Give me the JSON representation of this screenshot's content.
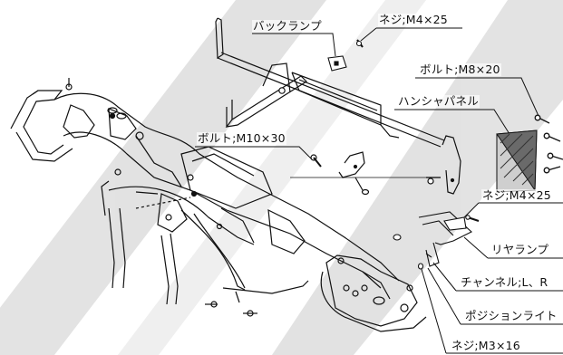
{
  "diagram": {
    "parts": {
      "back_lamp": "バックランプ",
      "screw_m4_top": "ネジ;M4×25",
      "bolt_m8": "ボルト;M8×20",
      "reflector_panel": "ハンシャパネル",
      "bolt_m10": "ボルト;M10×30",
      "screw_m4_right": "ネジ;M4×25",
      "rear_lamp": "リヤランプ",
      "channel": "チャンネル;L、R",
      "position_light": "ポジションライト",
      "screw_m3": "ネジ;M3×16"
    },
    "colors": {
      "line": "#111111",
      "watermark": "#d4d4d4",
      "panel_fill": "#555555"
    }
  }
}
